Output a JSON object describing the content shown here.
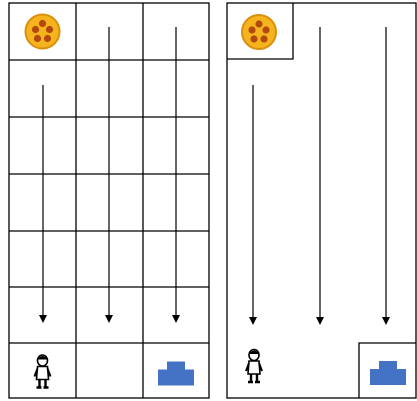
{
  "colors": {
    "background": "#ffffff",
    "line": "#000000",
    "coin_fill": "#f5b31d",
    "coin_edge": "#d9900d",
    "coin_dot": "#b24a10",
    "block": "#4472c4"
  },
  "left_panel": {
    "grid_rows": 7,
    "grid_cols": 3,
    "start_item": {
      "icon": "coin-icon",
      "row": 1,
      "col": 1
    },
    "arrows": [
      {
        "col": 1,
        "from_row": 2,
        "to_row": 6
      },
      {
        "col": 2,
        "from_row": 1,
        "to_row": 6
      },
      {
        "col": 3,
        "from_row": 1,
        "to_row": 6
      }
    ],
    "end_items": [
      {
        "icon": "person-icon",
        "row": 7,
        "col": 1
      },
      {
        "icon": "block-icon",
        "row": 7,
        "col": 3
      }
    ]
  },
  "right_panel": {
    "grid_cols": 3,
    "boxed_cells": [
      "top-left",
      "bottom-right"
    ],
    "start_item": {
      "icon": "coin-icon",
      "position": "top-left"
    },
    "arrows": [
      {
        "col": 1,
        "from": "row-2",
        "to": "row-6"
      },
      {
        "col": 2,
        "from": "row-1",
        "to": "row-6"
      },
      {
        "col": 3,
        "from": "row-1",
        "to": "row-6"
      }
    ],
    "end_items": [
      {
        "icon": "person-icon",
        "position": "bottom-left"
      },
      {
        "icon": "block-icon",
        "position": "bottom-right"
      }
    ]
  }
}
